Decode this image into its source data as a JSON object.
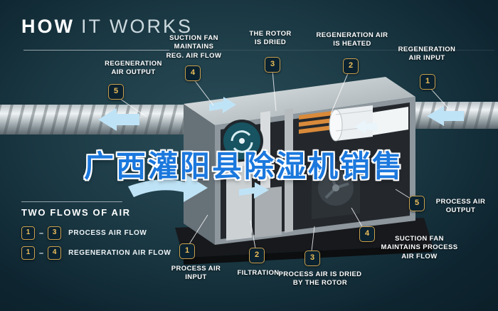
{
  "title": {
    "word_bold": "HOW",
    "word_light": "IT WORKS"
  },
  "watermark": {
    "text": "广西灌阳县除湿机销售"
  },
  "legend": {
    "heading": "TWO FLOWS OF AIR",
    "items": [
      {
        "start": "1",
        "separator": "–",
        "end": "3",
        "label": "PROCESS AIR FLOW"
      },
      {
        "start": "1",
        "separator": "–",
        "end": "4",
        "label": "REGENERATION AIR FLOW"
      }
    ]
  },
  "callouts_top": [
    {
      "num": "5",
      "label": "REGENERATION\nAIR OUTPUT"
    },
    {
      "num": "4",
      "label": "SUCTION FAN\nMAINTAINS\nREG. AIR FLOW"
    },
    {
      "num": "3",
      "label": "THE ROTOR\nIS DRIED"
    },
    {
      "num": "2",
      "label": "REGENERATION AIR\nIS HEATED"
    },
    {
      "num": "1",
      "label": "REGENERATION\nAIR INPUT"
    }
  ],
  "callouts_bottom": [
    {
      "num": "1",
      "label": "PROCESS AIR\nINPUT"
    },
    {
      "num": "2",
      "label": "FILTRATION"
    },
    {
      "num": "3",
      "label": "PROCESS AIR IS DRIED\nBY THE ROTOR"
    },
    {
      "num": "4",
      "label": "SUCTION FAN\nMAINTAINS PROCESS\nAIR FLOW"
    },
    {
      "num": "5",
      "label": "PROCESS AIR\nOUTPUT"
    }
  ],
  "colors": {
    "background_dark": "#0e2530",
    "background_light": "#2b4e59",
    "badge_number_gold": "#ecbf5a",
    "arrow_blue": "#bfe3f6",
    "watermark_blue": "#1b78dd",
    "heater_orange": "#d98a3a"
  }
}
